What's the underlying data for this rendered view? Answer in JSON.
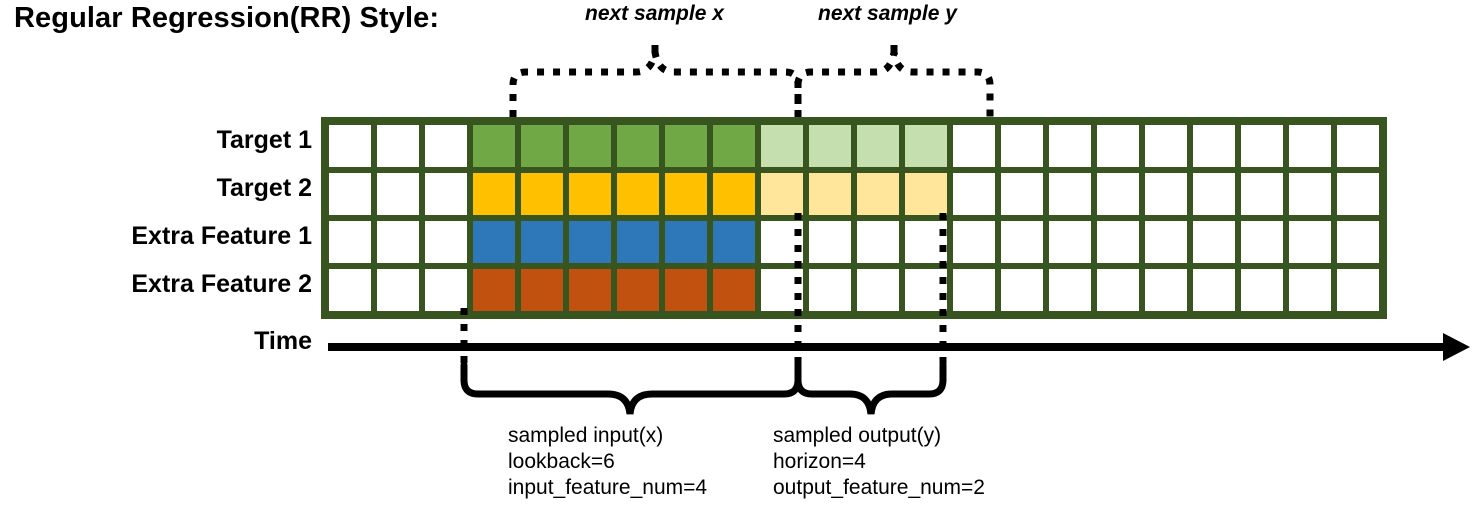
{
  "title": "Regular Regression(RR) Style:",
  "rows": [
    {
      "label": "Target 1"
    },
    {
      "label": "Target 2"
    },
    {
      "label": "Extra Feature 1"
    },
    {
      "label": "Extra Feature 2"
    }
  ],
  "time_axis_label": "Time",
  "top_notes": {
    "x": "next sample x",
    "y": "next sample y"
  },
  "bottom_notes": {
    "left": [
      "sampled input(x)",
      "lookback=6",
      "input_feature_num=4"
    ],
    "right": [
      "sampled output(y)",
      "horizon=4",
      "output_feature_num=2"
    ]
  },
  "colors": {
    "grid_border": "#38551f",
    "green": "#6fa844",
    "light_green": "#c5dfae",
    "yellow": "#ffc000",
    "light_yellow": "#ffe69a",
    "blue": "#2e77b8",
    "orange": "#c1510f",
    "empty": "#ffffff"
  },
  "grid": {
    "columns": 22,
    "rows": 4,
    "lookback_start_col": 3,
    "lookback_end_col": 9,
    "horizon_start_col": 9,
    "horizon_end_col": 13,
    "cells": [
      [
        "white",
        "white",
        "white",
        "green",
        "green",
        "green",
        "green",
        "green",
        "green",
        "light_green",
        "light_green",
        "light_green",
        "light_green",
        "white",
        "white",
        "white",
        "white",
        "white",
        "white",
        "white",
        "white",
        "white"
      ],
      [
        "white",
        "white",
        "white",
        "yellow",
        "yellow",
        "yellow",
        "yellow",
        "yellow",
        "yellow",
        "light_yellow",
        "light_yellow",
        "light_yellow",
        "light_yellow",
        "white",
        "white",
        "white",
        "white",
        "white",
        "white",
        "white",
        "white",
        "white"
      ],
      [
        "white",
        "white",
        "white",
        "blue",
        "blue",
        "blue",
        "blue",
        "blue",
        "blue",
        "white",
        "white",
        "white",
        "white",
        "white",
        "white",
        "white",
        "white",
        "white",
        "white",
        "white",
        "white",
        "white"
      ],
      [
        "white",
        "white",
        "white",
        "orange",
        "orange",
        "orange",
        "orange",
        "orange",
        "orange",
        "white",
        "white",
        "white",
        "white",
        "white",
        "white",
        "white",
        "white",
        "white",
        "white",
        "white",
        "white",
        "white"
      ]
    ]
  },
  "chart_data": {
    "type": "table",
    "title": "Regular Regression(RR) Style:",
    "categories": [
      "Target 1",
      "Target 2",
      "Extra Feature 1",
      "Extra Feature 2"
    ],
    "total_timesteps": 22,
    "lookback": 6,
    "horizon": 4,
    "input_feature_num": 4,
    "output_feature_num": 2
  }
}
